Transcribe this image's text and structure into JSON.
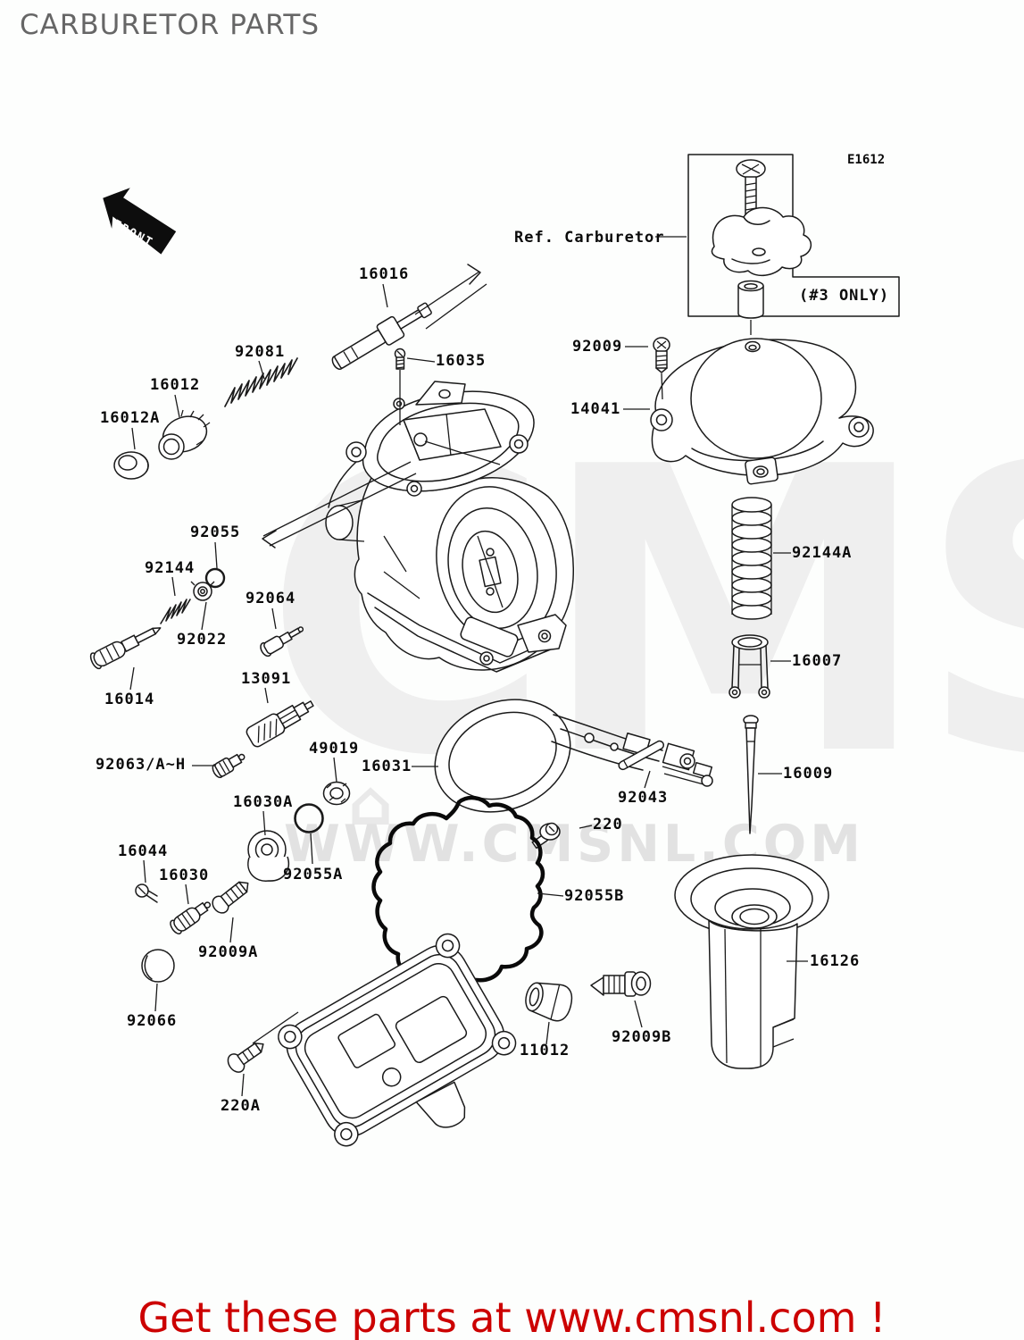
{
  "page": {
    "title": "CARBURETOR PARTS",
    "footer_text": "Get these parts at www.cmsnl.com !",
    "footer_color": "#cc0000",
    "watermark": {
      "brand": "CMS",
      "site": "WWW.CMSNL.COM",
      "house_icon": "⌂"
    }
  },
  "diagram": {
    "sheet_code": "E1612",
    "ref_label": "Ref. Carburetor",
    "variant_note": "(#3 ONLY)",
    "front_badge": "FRONT",
    "line_color": "#1a1a1a",
    "part_labels": [
      {
        "text": "16016"
      },
      {
        "text": "92081"
      },
      {
        "text": "16012"
      },
      {
        "text": "16012A"
      },
      {
        "text": "16035"
      },
      {
        "text": "92009"
      },
      {
        "text": "14041"
      },
      {
        "text": "92144A"
      },
      {
        "text": "16007"
      },
      {
        "text": "16009"
      },
      {
        "text": "16126"
      },
      {
        "text": "92055"
      },
      {
        "text": "92144"
      },
      {
        "text": "92022"
      },
      {
        "text": "92064"
      },
      {
        "text": "16014"
      },
      {
        "text": "13091"
      },
      {
        "text": "92063/A~H"
      },
      {
        "text": "49019"
      },
      {
        "text": "16031"
      },
      {
        "text": "16030A"
      },
      {
        "text": "92055A"
      },
      {
        "text": "16044"
      },
      {
        "text": "16030"
      },
      {
        "text": "92009A"
      },
      {
        "text": "92066"
      },
      {
        "text": "220A"
      },
      {
        "text": "92043"
      },
      {
        "text": "220"
      },
      {
        "text": "92055B"
      },
      {
        "text": "11012"
      },
      {
        "text": "92009B"
      }
    ]
  }
}
